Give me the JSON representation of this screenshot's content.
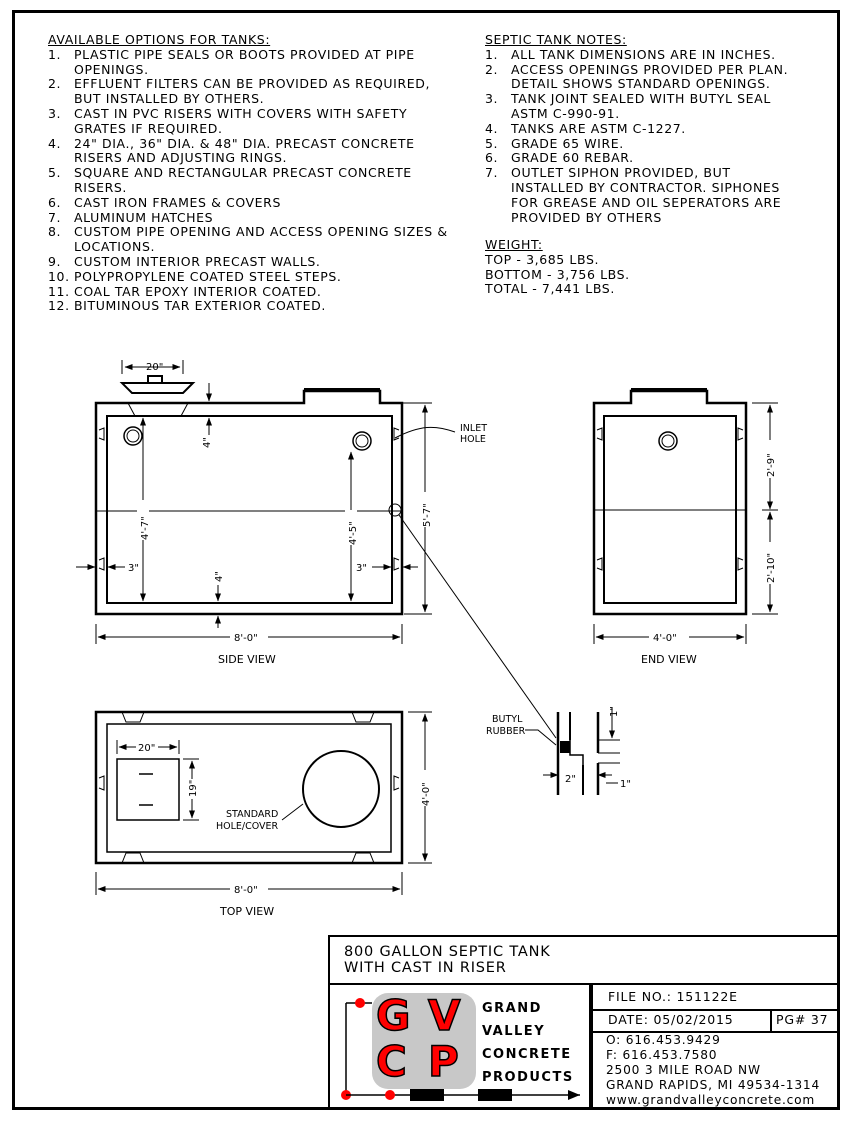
{
  "available_options": {
    "heading": "AVAILABLE OPTIONS FOR TANKS:",
    "items": [
      {
        "num": "1.",
        "text": "PLASTIC PIPE SEALS OR BOOTS PROVIDED AT PIPE OPENINGS."
      },
      {
        "num": "2.",
        "text": "EFFLUENT FILTERS CAN BE PROVIDED AS REQUIRED, BUT INSTALLED BY OTHERS."
      },
      {
        "num": "3.",
        "text": "CAST IN PVC RISERS WITH COVERS WITH SAFETY GRATES IF REQUIRED."
      },
      {
        "num": "4.",
        "text": "24\" DIA., 36\" DIA. & 48\" DIA. PRECAST CONCRETE RISERS AND ADJUSTING RINGS."
      },
      {
        "num": "5.",
        "text": "SQUARE AND RECTANGULAR PRECAST CONCRETE RISERS."
      },
      {
        "num": "6.",
        "text": "CAST IRON FRAMES & COVERS"
      },
      {
        "num": "7.",
        "text": "ALUMINUM HATCHES"
      },
      {
        "num": "8.",
        "text": "CUSTOM PIPE OPENING AND ACCESS OPENING SIZES & LOCATIONS."
      },
      {
        "num": "9.",
        "text": "CUSTOM INTERIOR PRECAST WALLS."
      },
      {
        "num": "10.",
        "text": "POLYPROPYLENE COATED STEEL STEPS."
      },
      {
        "num": "11.",
        "text": "COAL TAR EPOXY INTERIOR COATED."
      },
      {
        "num": "12.",
        "text": "BITUMINOUS TAR EXTERIOR COATED."
      }
    ]
  },
  "septic_notes": {
    "heading": "SEPTIC TANK NOTES:",
    "items": [
      {
        "num": "1.",
        "text": "ALL TANK DIMENSIONS ARE IN INCHES."
      },
      {
        "num": "2.",
        "text": "ACCESS OPENINGS PROVIDED PER PLAN. DETAIL SHOWS STANDARD OPENINGS."
      },
      {
        "num": "3.",
        "text": "TANK JOINT SEALED WITH BUTYL SEAL ASTM C-990-91."
      },
      {
        "num": "4.",
        "text": "TANKS ARE ASTM C-1227."
      },
      {
        "num": "5.",
        "text": "GRADE 65 WIRE."
      },
      {
        "num": "6.",
        "text": "GRADE 60 REBAR."
      },
      {
        "num": "7.",
        "text": "OUTLET SIPHON PROVIDED, BUT INSTALLED BY CONTRACTOR. SIPHONES FOR GREASE AND OIL SEPERATORS ARE PROVIDED BY OTHERS"
      }
    ]
  },
  "weight": {
    "heading": "WEIGHT:",
    "top": "TOP - 3,685 LBS.",
    "bottom": "BOTTOM - 3,756 LBS.",
    "total": "TOTAL - 7,441 LBS."
  },
  "side_view": {
    "label": "SIDE VIEW",
    "riser_width": "20\"",
    "top_thickness": "4\"",
    "inner_height_left": "4'-7\"",
    "inner_height_right": "4'-5\"",
    "overall_height": "5'-7\"",
    "wall_left": "3\"",
    "wall_right": "3\"",
    "bottom_thickness": "4\"",
    "length": "8'-0\"",
    "inlet_label_1": "INLET",
    "inlet_label_2": "HOLE"
  },
  "end_view": {
    "label": "END VIEW",
    "upper_height": "2'-9\"",
    "lower_height": "2'-10\"",
    "width": "4'-0\""
  },
  "top_view": {
    "label": "TOP VIEW",
    "hatch_width": "20\"",
    "hatch_height": "19\"",
    "cover_label_1": "STANDARD",
    "cover_label_2": "HOLE/COVER",
    "width": "4'-0\"",
    "length": "8'-0\""
  },
  "joint_detail": {
    "label_1": "BUTYL",
    "label_2": "RUBBER",
    "dim_top": "1\"",
    "dim_gap": "2\"",
    "dim_bottom": "1\""
  },
  "title_block": {
    "title_line_1": "800 GALLON SEPTIC TANK",
    "title_line_2": "WITH CAST IN RISER",
    "logo_letters": [
      "G",
      "V",
      "C",
      "P"
    ],
    "company_words": [
      "GRAND",
      "VALLEY",
      "CONCRETE",
      "PRODUCTS"
    ],
    "file_no": "FILE NO.:  151122E",
    "date": "DATE:   05/02/2015",
    "page": "PG# 37",
    "office_phone": "O:  616.453.9429",
    "fax": "F:  616.453.7580",
    "address_1": "2500 3 MILE ROAD NW",
    "address_2": "GRAND RAPIDS, MI 49534-1314",
    "website": "www.grandvalleyconcrete.com"
  },
  "colors": {
    "logo_red": "#ff0000",
    "logo_grey": "#c8c8c8",
    "line": "#000000"
  }
}
